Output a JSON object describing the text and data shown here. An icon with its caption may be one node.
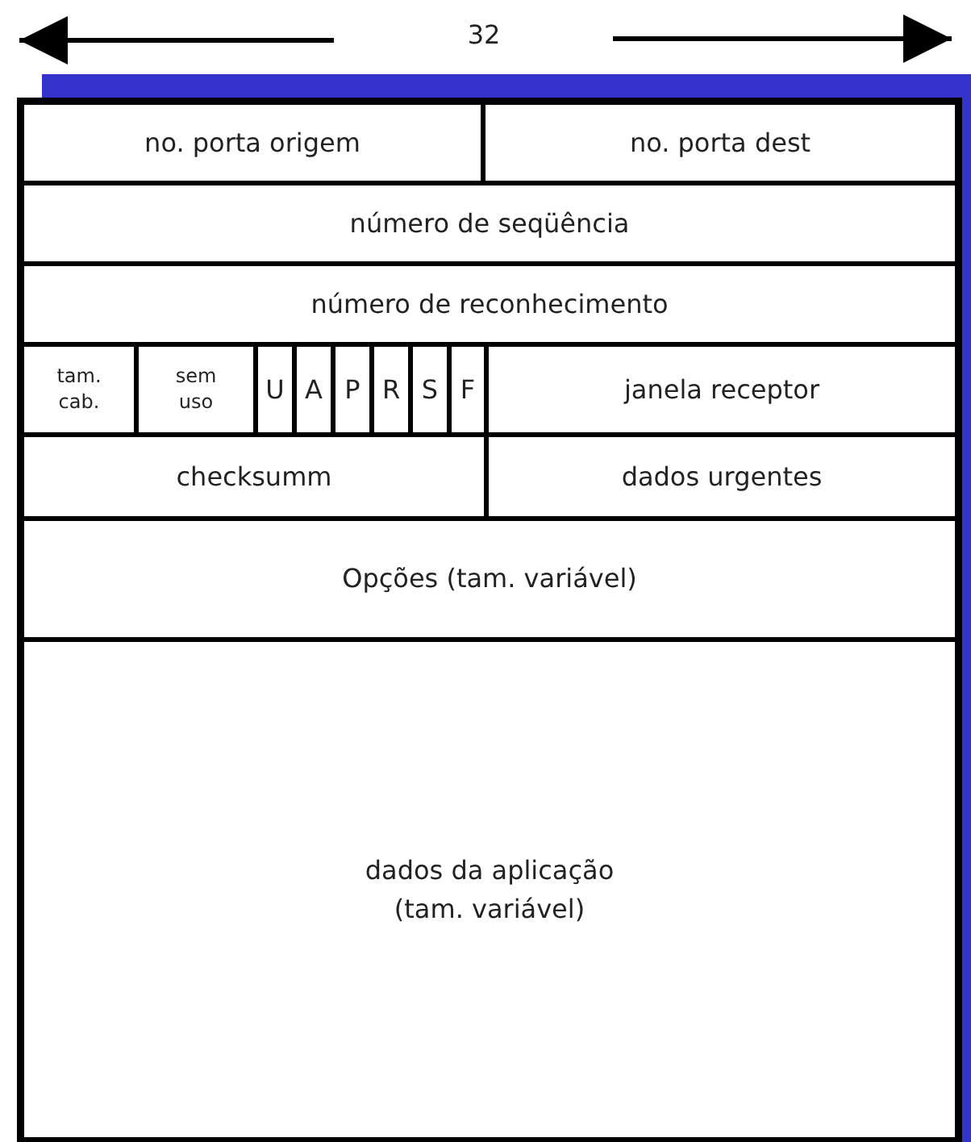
{
  "diagram": {
    "nodes": [
      {
        "text": [
          "no. porta origem"
        ]
      },
      {
        "text": [
          "no. porta dest"
        ]
      },
      {
        "text": [
          "número de seqüência"
        ]
      },
      {
        "text": [
          "número de reconhecimento"
        ]
      },
      {
        "text": [
          "tam. cab."
        ]
      },
      {
        "text": [
          "sem uso"
        ]
      },
      {
        "text": [
          "U"
        ]
      },
      {
        "text": [
          "A"
        ]
      },
      {
        "text": [
          "P"
        ]
      },
      {
        "text": [
          "R"
        ]
      },
      {
        "text": [
          "S"
        ]
      },
      {
        "text": [
          "F"
        ]
      },
      {
        "text": [
          "janela receptor"
        ]
      },
      {
        "text": [
          "checksumm"
        ]
      },
      {
        "text": [
          "dados urgentes"
        ]
      },
      {
        "text": [
          "Opções (tam. variável)"
        ]
      },
      {
        "text": [
          "dados da aplicação (tam. variável)"
        ]
      }
    ],
    "edges": [],
    "labels": [
      "32"
    ]
  }
}
